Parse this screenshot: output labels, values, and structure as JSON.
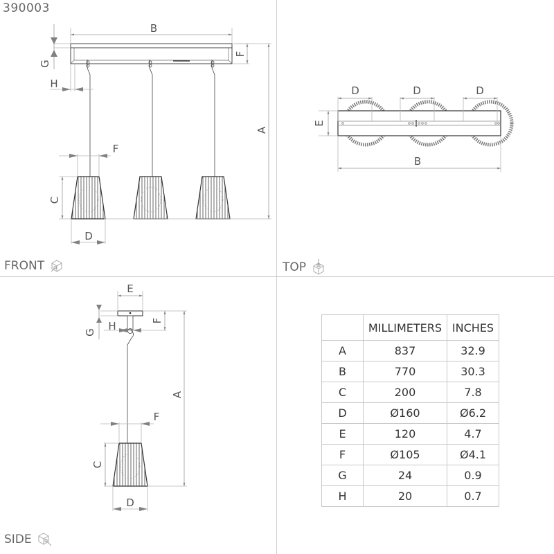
{
  "product_code": "390003",
  "views": {
    "front": {
      "label": "FRONT",
      "icon": "iso-cube-front-icon"
    },
    "top": {
      "label": "TOP",
      "icon": "iso-cube-top-icon"
    },
    "side": {
      "label": "SIDE",
      "icon": "iso-cube-side-icon"
    }
  },
  "front_dimension_labels": {
    "A": "A",
    "B": "B",
    "C": "C",
    "D": "D",
    "F": "F",
    "G": "G",
    "H": "H"
  },
  "top_dimension_labels": {
    "B": "B",
    "D1": "D",
    "D2": "D",
    "D3": "D",
    "E": "E"
  },
  "side_dimension_labels": {
    "A": "A",
    "C": "C",
    "D": "D",
    "E": "E",
    "F_top": "F",
    "F_shade": "F",
    "G": "G",
    "H": "H"
  },
  "dimension_table": {
    "headers": [
      "",
      "MILLIMETERS",
      "INCHES"
    ],
    "rows": [
      {
        "key": "A",
        "mm": "837",
        "in": "32.9"
      },
      {
        "key": "B",
        "mm": "770",
        "in": "30.3"
      },
      {
        "key": "C",
        "mm": "200",
        "in": "7.8"
      },
      {
        "key": "D",
        "mm": "Ø160",
        "in": "Ø6.2"
      },
      {
        "key": "E",
        "mm": "120",
        "in": "4.7"
      },
      {
        "key": "F",
        "mm": "Ø105",
        "in": "Ø4.1"
      },
      {
        "key": "G",
        "mm": "24",
        "in": "0.9"
      },
      {
        "key": "H",
        "mm": "20",
        "in": "0.7"
      }
    ]
  },
  "colors": {
    "line": "#444444",
    "dim_line": "#b5b5b5",
    "arrow": "#808080",
    "divider": "#cfcfcf",
    "text": "#555555"
  }
}
